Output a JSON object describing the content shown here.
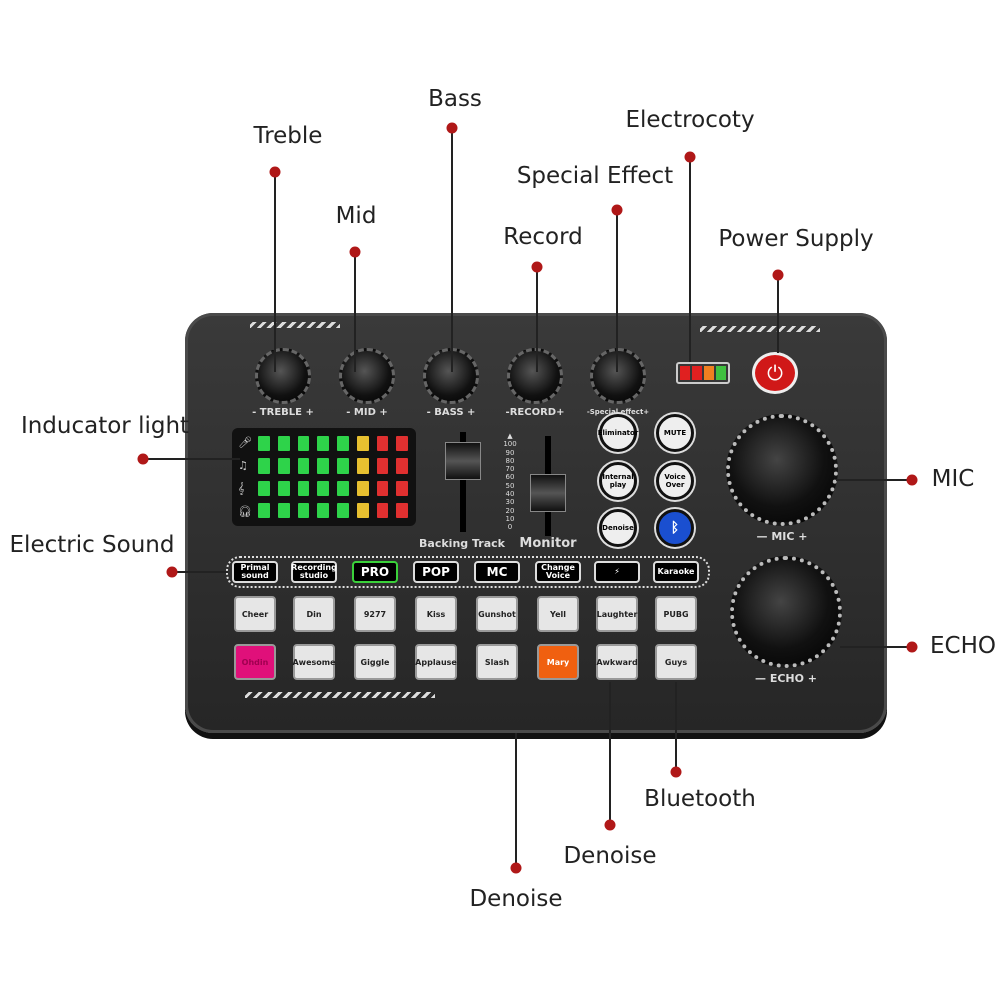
{
  "callouts": {
    "treble": "Treble",
    "mid": "Mid",
    "bass": "Bass",
    "record": "Record",
    "special_effect": "Special Effect",
    "electrocoty": "Electrocoty",
    "power_supply": "Power Supply",
    "indicator_light": "Inducator light",
    "electric_sound": "Electric Sound",
    "mic": "MIC",
    "echo": "ECHO",
    "bluetooth": "Bluetooth",
    "denoise_1": "Denoise",
    "denoise_2": "Denoise"
  },
  "knob_labels": {
    "treble": "- TREBLE +",
    "mid": "-  MID  +",
    "bass": "-  BASS  +",
    "record": "-RECORD+",
    "special_effect": "-Special effect+",
    "mic": "—  MIC  +",
    "echo": "—  ECHO  +"
  },
  "faders": {
    "backing_track": "Backing Track",
    "monitor": "Monitor",
    "scale": [
      "100",
      "90",
      "80",
      "70",
      "60",
      "50",
      "40",
      "30",
      "20",
      "10",
      "0"
    ]
  },
  "round_buttons": [
    "Eliminator",
    "MUTE",
    "Internal play",
    "Voice Over",
    "Denoise"
  ],
  "effect_buttons": [
    "Primal sound",
    "Recording studio",
    "PRO",
    "POP",
    "MC",
    "Change Voice",
    "⚡",
    "Karaoke"
  ],
  "pads_row1": [
    "Cheer",
    "Din",
    "9277",
    "Kiss",
    "Gunshot",
    "Yell",
    "Laughter",
    "PUBG"
  ],
  "pads_row2": [
    "Ohdin",
    "Awesome",
    "Giggle",
    "Applause",
    "Slash",
    "Mary",
    "Awkward",
    "Guys"
  ],
  "colors": {
    "accent": "#b01818",
    "pro_glow": "#3ad13a",
    "pink_pad": "#e0107a",
    "orange_pad": "#f06010",
    "bluetooth": "#1a4fd0",
    "power": "#d01818"
  },
  "led_columns": [
    "#2ed34a",
    "#2ed34a",
    "#2ed34a",
    "#2ed34a",
    "#2ed34a",
    "#e8e030",
    "#e8c030",
    "#e03030",
    "#e03030"
  ]
}
